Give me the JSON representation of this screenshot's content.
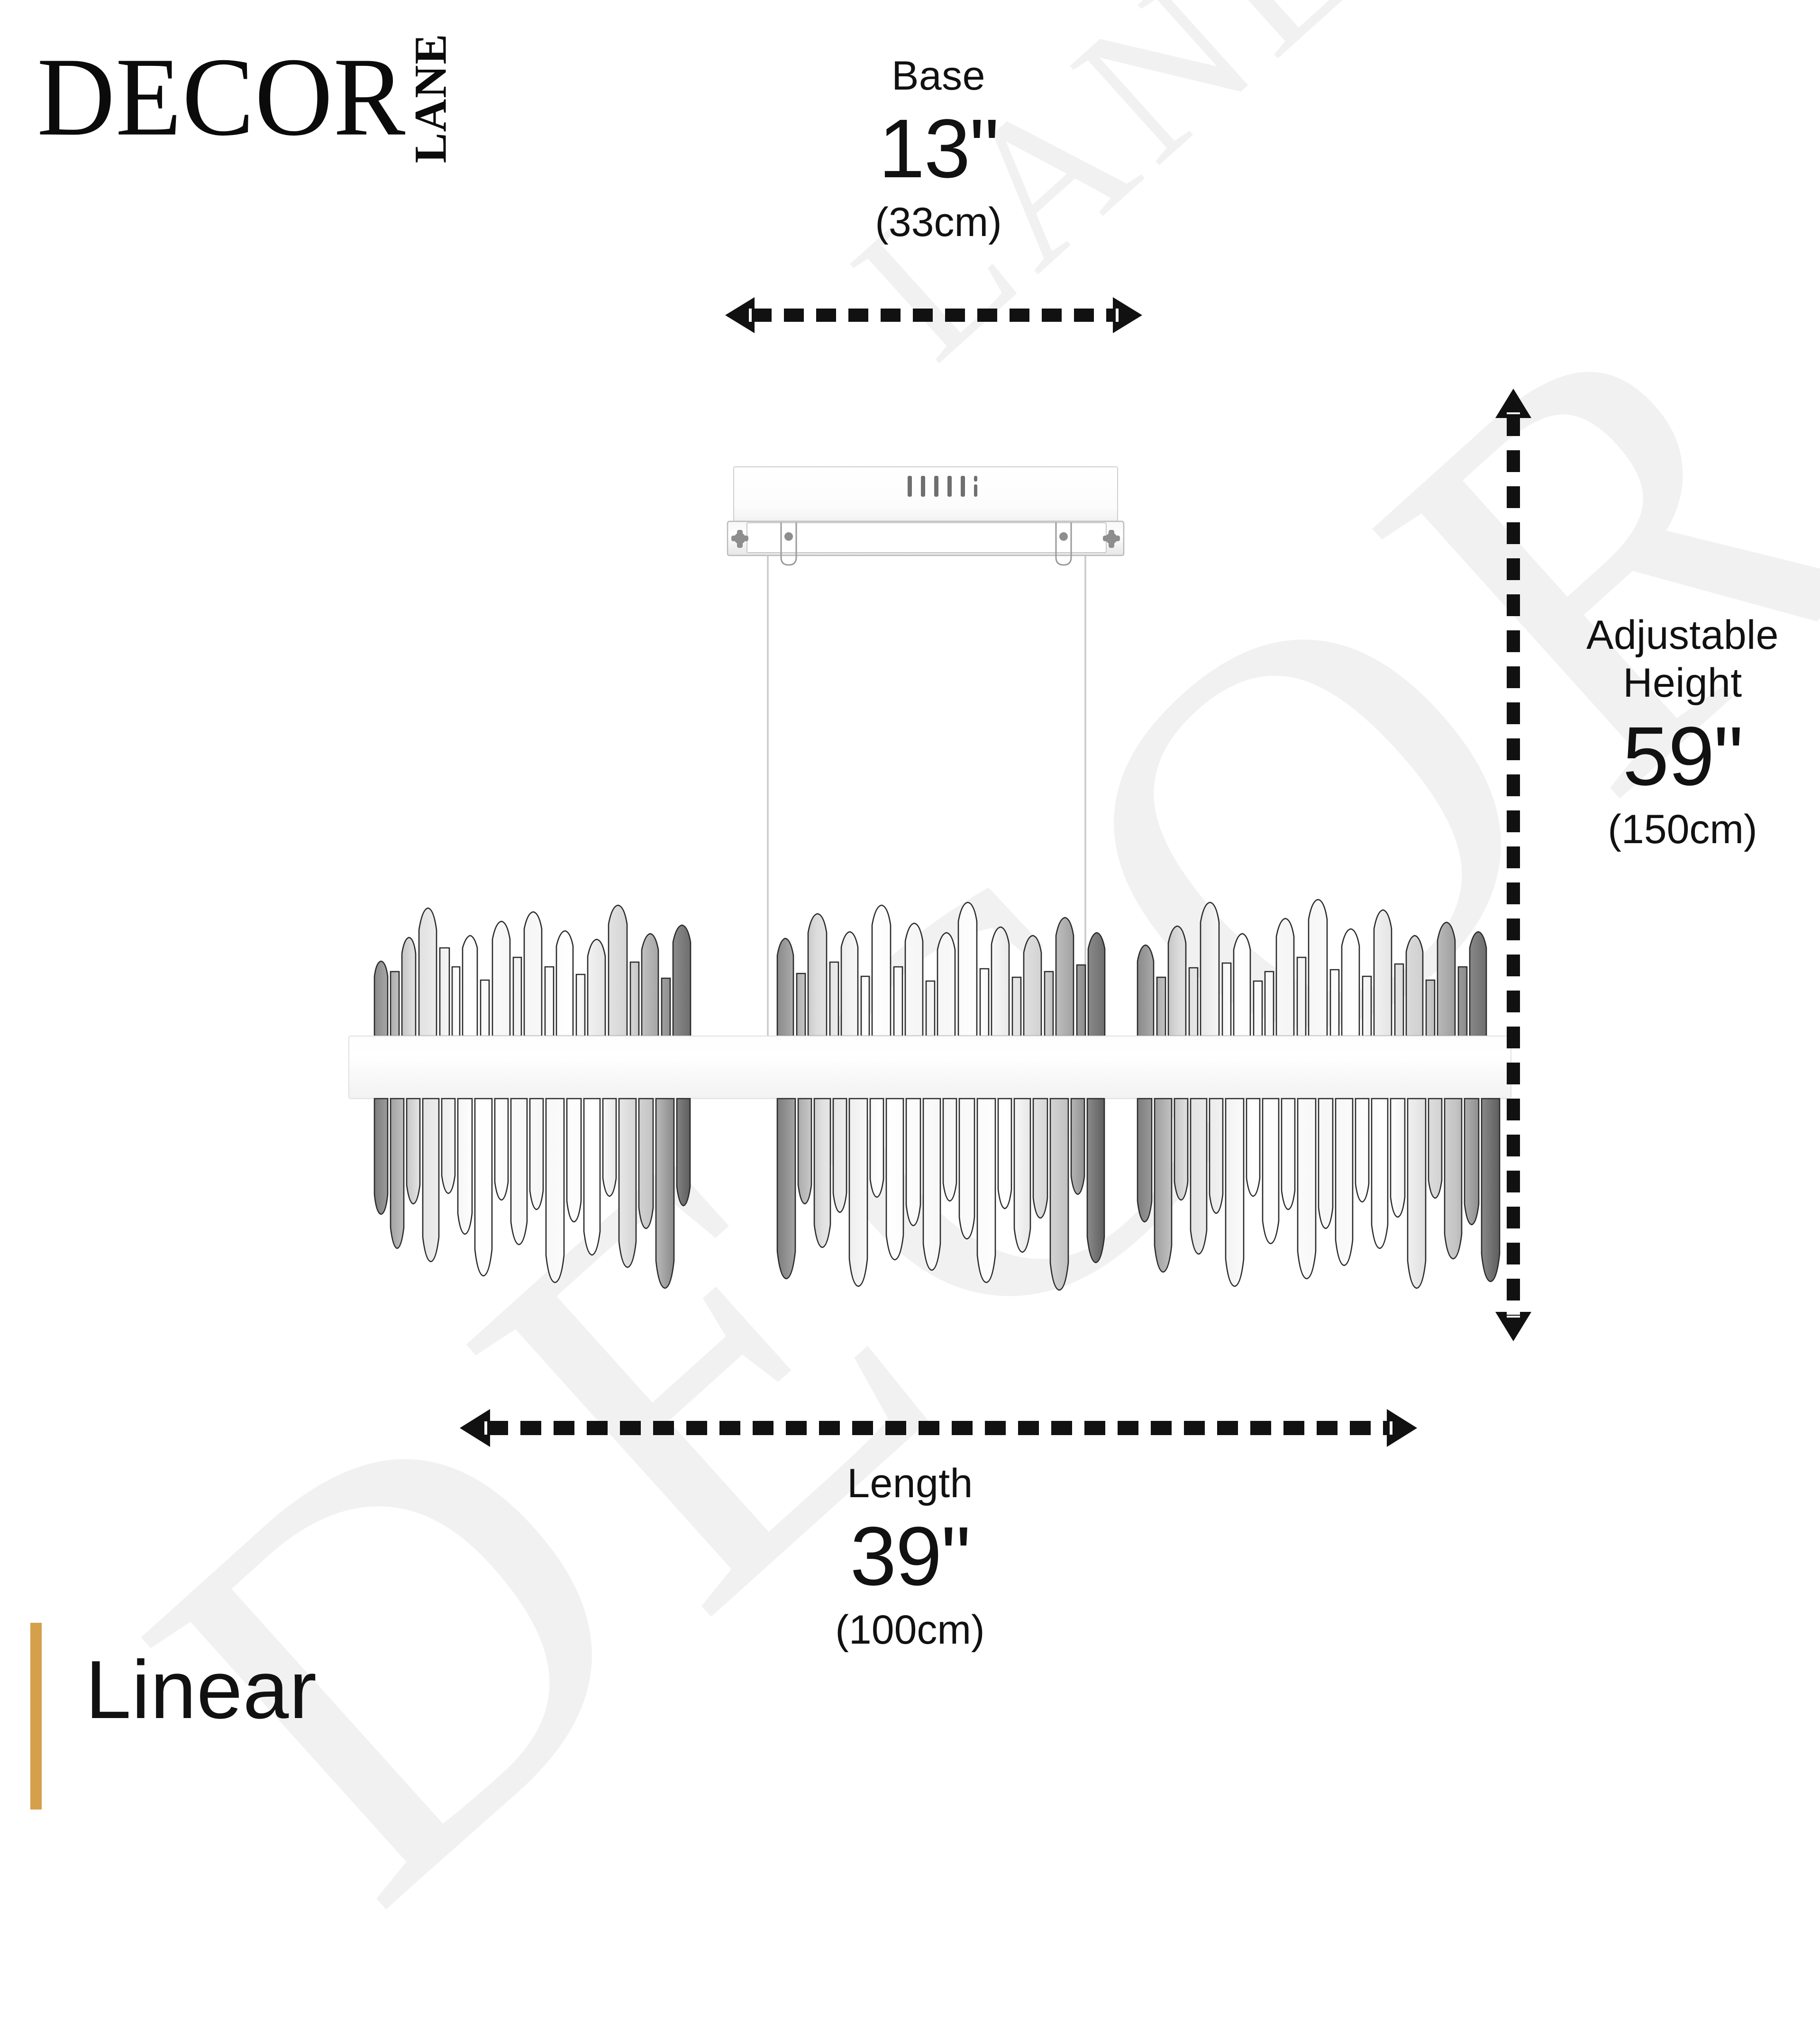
{
  "brand": {
    "name_primary": "DECOR",
    "name_secondary": "LANE",
    "watermark_primary": "DECOR",
    "watermark_secondary": "LANE",
    "accent_color": "#d4a04c",
    "watermark_color": "#f1f1f1",
    "ink_color": "#111111"
  },
  "product": {
    "name": "Linear",
    "type": "linear-crystal-chandelier"
  },
  "dimensions": {
    "base": {
      "caption": "Base",
      "value_imperial": "13\"",
      "value_metric": "(33cm)"
    },
    "height": {
      "caption_line1": "Adjustable",
      "caption_line2": "Height",
      "value_imperial": "59\"",
      "value_metric": "(150cm)"
    },
    "length": {
      "caption": "Length",
      "value_imperial": "39\"",
      "value_metric": "(100cm)"
    }
  },
  "icons": {
    "base_arrow": "double-headed-horizontal-dashed-arrow",
    "length_arrow": "double-headed-horizontal-dashed-arrow",
    "height_arrow": "double-headed-vertical-dashed-arrow"
  },
  "fixture": {
    "canopy": "ceiling-mount-canopy-with-vents",
    "vent_slot_count": 6,
    "suspension_cable_count": 2,
    "crystal_cluster_count": 3,
    "light_bar": "horizontal-led-light-bar"
  }
}
